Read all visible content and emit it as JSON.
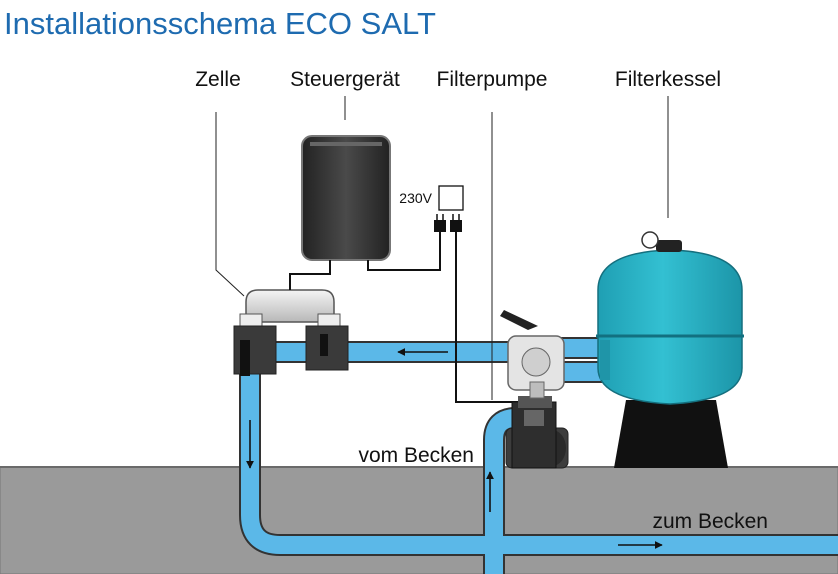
{
  "title": "Installationsschema ECO SALT",
  "labels": {
    "cell": "Zelle",
    "controller": "Steuergerät",
    "pump": "Filterpumpe",
    "filter": "Filterkessel",
    "voltage": "230V",
    "from_pool": "vom Becken",
    "to_pool": "zum Becken"
  },
  "colors": {
    "title": "#1e6bb0",
    "water": "#5bb8e8",
    "filter_tank": "#2bb5c8",
    "ground": "#9a9a9a",
    "controller_body": "#3a3a3a"
  }
}
